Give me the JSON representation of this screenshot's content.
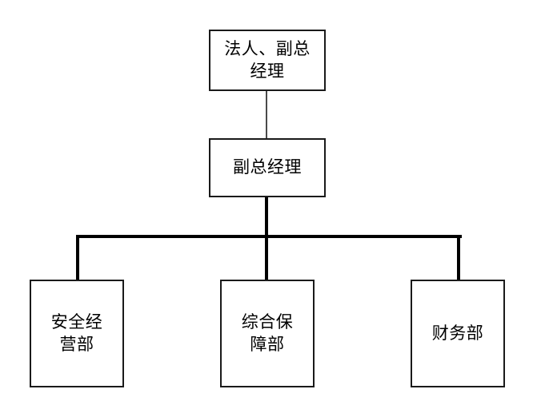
{
  "diagram": {
    "type": "organization-chart",
    "title": "",
    "background_color": "#ffffff",
    "line_color": "#000000",
    "box_border_color": "#1a1a1a",
    "text_color": "#000000",
    "levels": [
      {
        "level": 1,
        "nodes": [
          {
            "id": "legal-rep-vice-gm",
            "label": "法人、副总\n经理"
          }
        ]
      },
      {
        "level": 2,
        "nodes": [
          {
            "id": "vice-gm",
            "label": "副总经理"
          }
        ]
      },
      {
        "level": 3,
        "nodes": [
          {
            "id": "safety-operations-dept",
            "label": "安全经\n营部"
          },
          {
            "id": "general-support-dept",
            "label": "综合保\n障部"
          },
          {
            "id": "finance-dept",
            "label": "财务部"
          }
        ]
      }
    ]
  }
}
